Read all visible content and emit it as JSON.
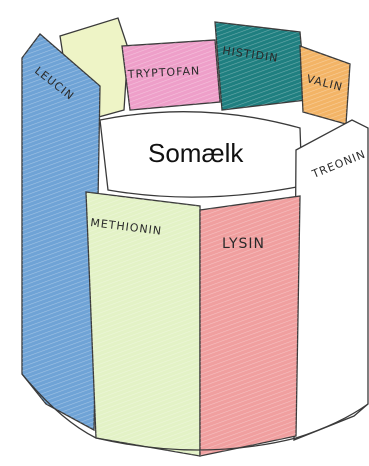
{
  "title": "Somælk",
  "staves": [
    {
      "id": "tryptofan",
      "label": "TRYPTOFAN",
      "color": "#ee9fc9"
    },
    {
      "id": "histidin",
      "label": "HISTIDIN",
      "color": "#1f7f80"
    },
    {
      "id": "valin",
      "label": "VALIN",
      "color": "#f3b466"
    },
    {
      "id": "leucin",
      "label": "LEUCIN",
      "color": "#6fa3d6"
    },
    {
      "id": "treonin",
      "label": "TREONIN",
      "color": "#ffffff"
    },
    {
      "id": "methionin",
      "label": "METHIONIN",
      "color": "#e3f2c6"
    },
    {
      "id": "lysin",
      "label": "LYSIN",
      "color": "#f09f9f"
    }
  ],
  "colors": {
    "outline": "#3a3a3a",
    "back_stave": "#eef4c6"
  }
}
